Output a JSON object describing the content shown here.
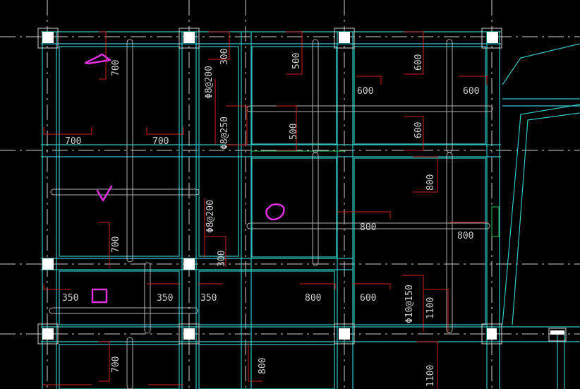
{
  "colors": {
    "background": "#000000",
    "beam": "#33c6c6",
    "dimension": "#d42020",
    "axis": "#cfcfcf",
    "column": "#ffffff",
    "text": "#d0d0d0",
    "markup": "#e030e0"
  },
  "dimension_labels": [
    {
      "id": "dim-700-top-left",
      "text": "700"
    },
    {
      "id": "dim-300-top",
      "text": "300"
    },
    {
      "id": "dim-phi8-200-top",
      "text": "Φ8@200"
    },
    {
      "id": "dim-500-top",
      "text": "500"
    },
    {
      "id": "dim-600-top",
      "text": "600"
    },
    {
      "id": "dim-600-mid-left",
      "text": "600"
    },
    {
      "id": "dim-600-mid-right",
      "text": "600"
    },
    {
      "id": "dim-phi8-250",
      "text": "Φ8@250"
    },
    {
      "id": "dim-700-row2-a",
      "text": "700"
    },
    {
      "id": "dim-700-row2-b",
      "text": "700"
    },
    {
      "id": "dim-500-mid",
      "text": "500"
    },
    {
      "id": "dim-600-mid-v",
      "text": "600"
    },
    {
      "id": "dim-800-v-right",
      "text": "800"
    },
    {
      "id": "dim-phi8-200-mid",
      "text": "Φ8@200"
    },
    {
      "id": "dim-800-h-a",
      "text": "800"
    },
    {
      "id": "dim-800-h-b",
      "text": "800"
    },
    {
      "id": "dim-700-v-lower",
      "text": "700"
    },
    {
      "id": "dim-300-lower",
      "text": "300"
    },
    {
      "id": "dim-350-a",
      "text": "350"
    },
    {
      "id": "dim-350-b",
      "text": "350"
    },
    {
      "id": "dim-350-c",
      "text": "350"
    },
    {
      "id": "dim-800-h-c",
      "text": "800"
    },
    {
      "id": "dim-600-h-lower",
      "text": "600"
    },
    {
      "id": "dim-phi10-150",
      "text": "Φ10@150"
    },
    {
      "id": "dim-1100-a",
      "text": "1100"
    },
    {
      "id": "dim-700-bottom",
      "text": "700"
    },
    {
      "id": "dim-800-bottom",
      "text": "800"
    },
    {
      "id": "dim-1100-bottom",
      "text": "1100"
    }
  ],
  "markup_icons": [
    "triangle-markup-icon",
    "checkmark-markup-icon",
    "circle-markup-icon",
    "square-markup-icon"
  ]
}
